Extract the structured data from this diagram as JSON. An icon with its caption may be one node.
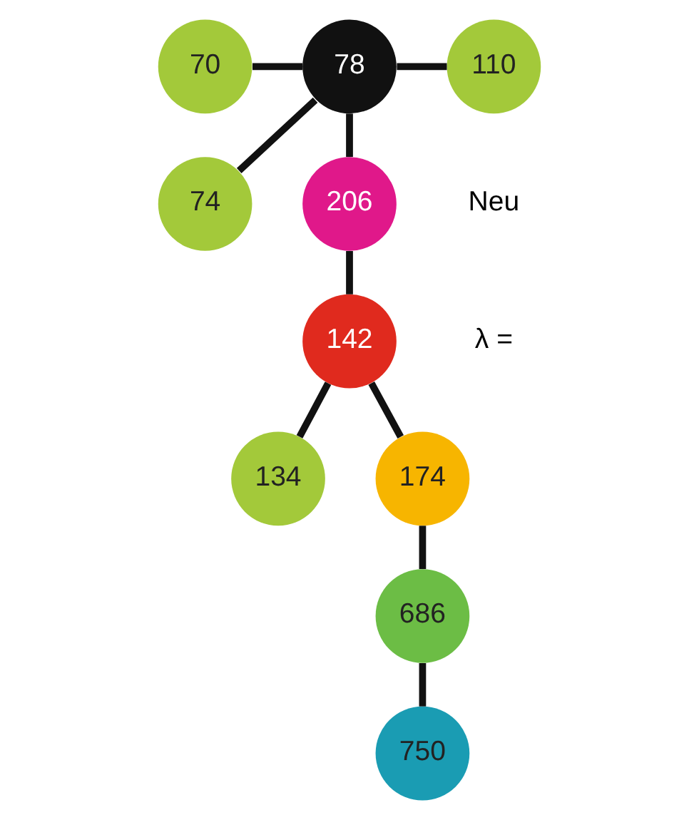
{
  "diagram": {
    "nodes": [
      {
        "text": [
          "74"
        ]
      },
      {
        "text": [
          "70"
        ]
      },
      {
        "text": [
          "78"
        ]
      },
      {
        "text": [
          "110"
        ]
      },
      {
        "text": [
          "206"
        ]
      },
      {
        "text": [
          "142"
        ]
      },
      {
        "text": [
          "134"
        ]
      },
      {
        "text": [
          "174"
        ]
      },
      {
        "text": [
          "686"
        ]
      },
      {
        "text": [
          "750"
        ]
      }
    ],
    "edges": [
      {
        "from": 2,
        "to": 0,
        "arrow": "none"
      },
      {
        "from": 1,
        "to": 2,
        "arrow": "none"
      },
      {
        "from": 2,
        "to": 3,
        "arrow": "none"
      },
      {
        "from": 2,
        "to": 4,
        "arrow": "none"
      },
      {
        "from": 4,
        "to": 5,
        "arrow": "none"
      },
      {
        "from": 5,
        "to": 6,
        "arrow": "none"
      },
      {
        "from": 5,
        "to": 7,
        "arrow": "none"
      },
      {
        "from": 7,
        "to": 8,
        "arrow": "none"
      },
      {
        "from": 8,
        "to": 9,
        "arrow": "none"
      }
    ],
    "labels": [
      "Neu",
      "λ ="
    ]
  }
}
